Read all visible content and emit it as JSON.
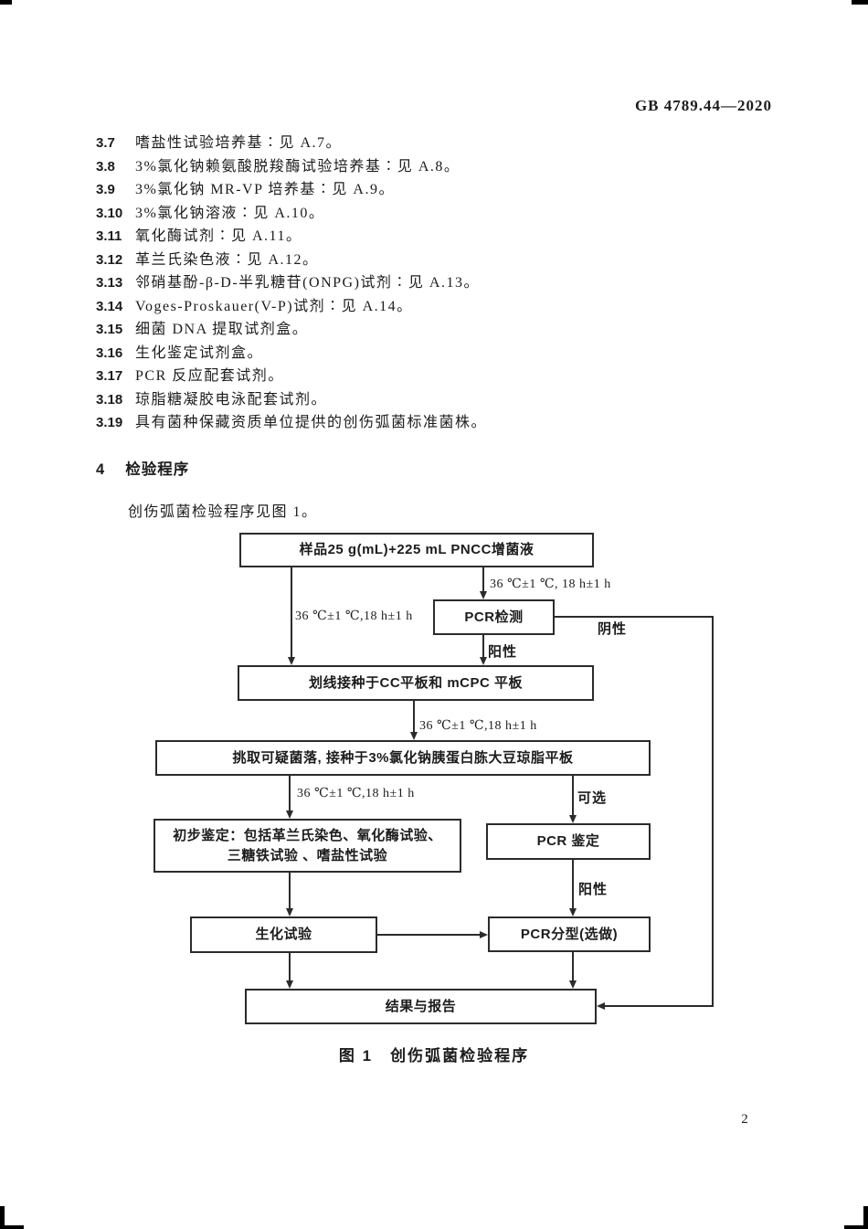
{
  "header": {
    "standard_code": "GB 4789.44—2020"
  },
  "reagent_list": {
    "items": [
      {
        "num": "3.7",
        "text": "嗜盐性试验培养基∶见 A.7。"
      },
      {
        "num": "3.8",
        "text": "3%氯化钠赖氨酸脱羧酶试验培养基∶见 A.8。"
      },
      {
        "num": "3.9",
        "text": "3%氯化钠 MR-VP 培养基∶见 A.9。"
      },
      {
        "num": "3.10",
        "text": "3%氯化钠溶液∶见 A.10。"
      },
      {
        "num": "3.11",
        "text": "氧化酶试剂∶见 A.11。"
      },
      {
        "num": "3.12",
        "text": "革兰氏染色液∶见 A.12。"
      },
      {
        "num": "3.13",
        "text": "邻硝基酚-β-D-半乳糖苷(ONPG)试剂∶见 A.13。"
      },
      {
        "num": "3.14",
        "text": "Voges-Proskauer(V-P)试剂∶见 A.14。"
      },
      {
        "num": "3.15",
        "text": "细菌 DNA 提取试剂盒。"
      },
      {
        "num": "3.16",
        "text": "生化鉴定试剂盒。"
      },
      {
        "num": "3.17",
        "text": "PCR 反应配套试剂。"
      },
      {
        "num": "3.18",
        "text": "琼脂糖凝胶电泳配套试剂。"
      },
      {
        "num": "3.19",
        "text": "具有菌种保藏资质单位提供的创伤弧菌标准菌株。"
      }
    ]
  },
  "section4": {
    "number": "4",
    "title": "检验程序",
    "intro": "创伤弧菌检验程序见图 1。"
  },
  "flowchart": {
    "nodes": {
      "sample": "样品25 g(mL)+225 mL PNCC增菌液",
      "pcr_test": "PCR检测",
      "streak": "划线接种于CC平板和 mCPC 平板",
      "pick": "挑取可疑菌落, 接种于3%氯化钠胰蛋白胨大豆琼脂平板",
      "prelim_line1": "初步鉴定：包括革兰氏染色、氧化酶试验、",
      "prelim_line2": "三糖铁试验 、嗜盐性试验",
      "pcr_identification": "PCR 鉴定",
      "biochemical_test": "生化试验",
      "pcr_typing": "PCR分型(选做)",
      "report": "结果与报告"
    },
    "edge_labels": {
      "incubation_to_pcr": "36 ℃±1 ℃, 18 h±1 h",
      "incubation_left": "36 ℃±1 ℃,18 h±1 h",
      "incubation_to_pick": "36 ℃±1 ℃,18 h±1 h",
      "incubation_to_prelim": "36 ℃±1 ℃,18 h±1 h",
      "negative": "阴性",
      "positive_after_pcr_test": "阳性",
      "optional": "可选",
      "positive_after_pcr_id": "阳性"
    },
    "caption": "图 1　创伤弧菌检验程序"
  },
  "page": {
    "number": "2"
  },
  "colors": {
    "text": "#1c1c1c",
    "line": "#2b2b2b",
    "background": "#ffffff"
  }
}
